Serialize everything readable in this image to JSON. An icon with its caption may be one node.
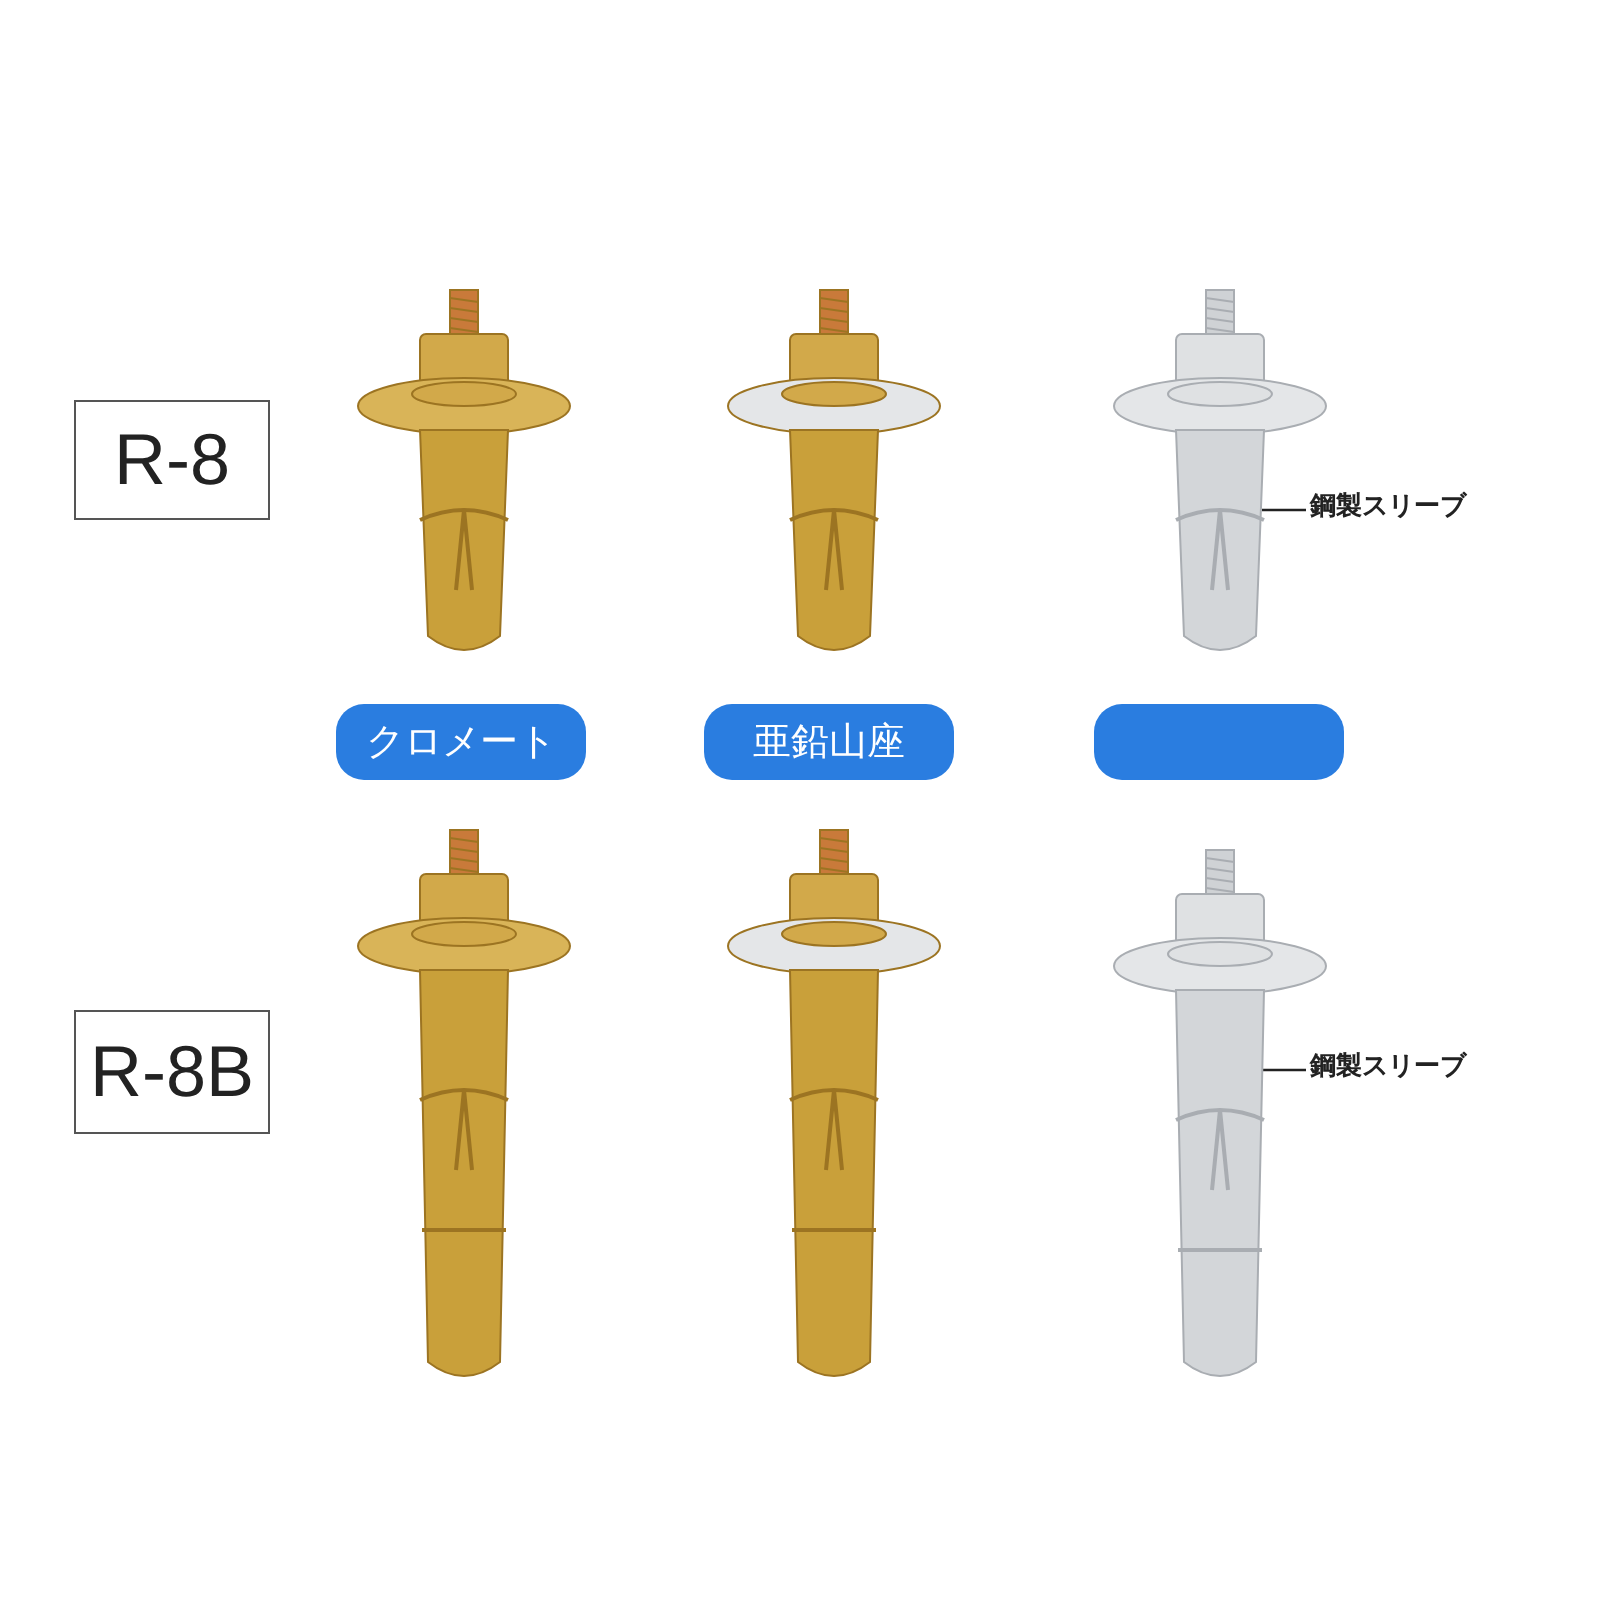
{
  "diagram": {
    "nodes": [
      {
        "text": [
          "R-8"
        ]
      },
      {
        "text": [],
        "shape": "picture"
      },
      {
        "text": [],
        "shape": "picture"
      },
      {
        "text": [],
        "shape": "picture"
      },
      {
        "text": [
          "鋼製スリーブ"
        ]
      },
      {
        "text": [
          "クロメート"
        ]
      },
      {
        "text": [
          "亜鉛山座"
        ]
      },
      {
        "text": [],
        "shape": "box"
      },
      {
        "text": [
          "R-8B"
        ]
      },
      {
        "text": [],
        "shape": "picture"
      },
      {
        "text": [],
        "shape": "picture"
      },
      {
        "text": [],
        "shape": "picture"
      },
      {
        "text": [
          "鋼製スリーブ"
        ]
      }
    ],
    "edges": [
      {
        "from": 4,
        "to": 3,
        "arrow": "none"
      },
      {
        "from": 12,
        "to": 11,
        "arrow": "none"
      }
    ]
  }
}
